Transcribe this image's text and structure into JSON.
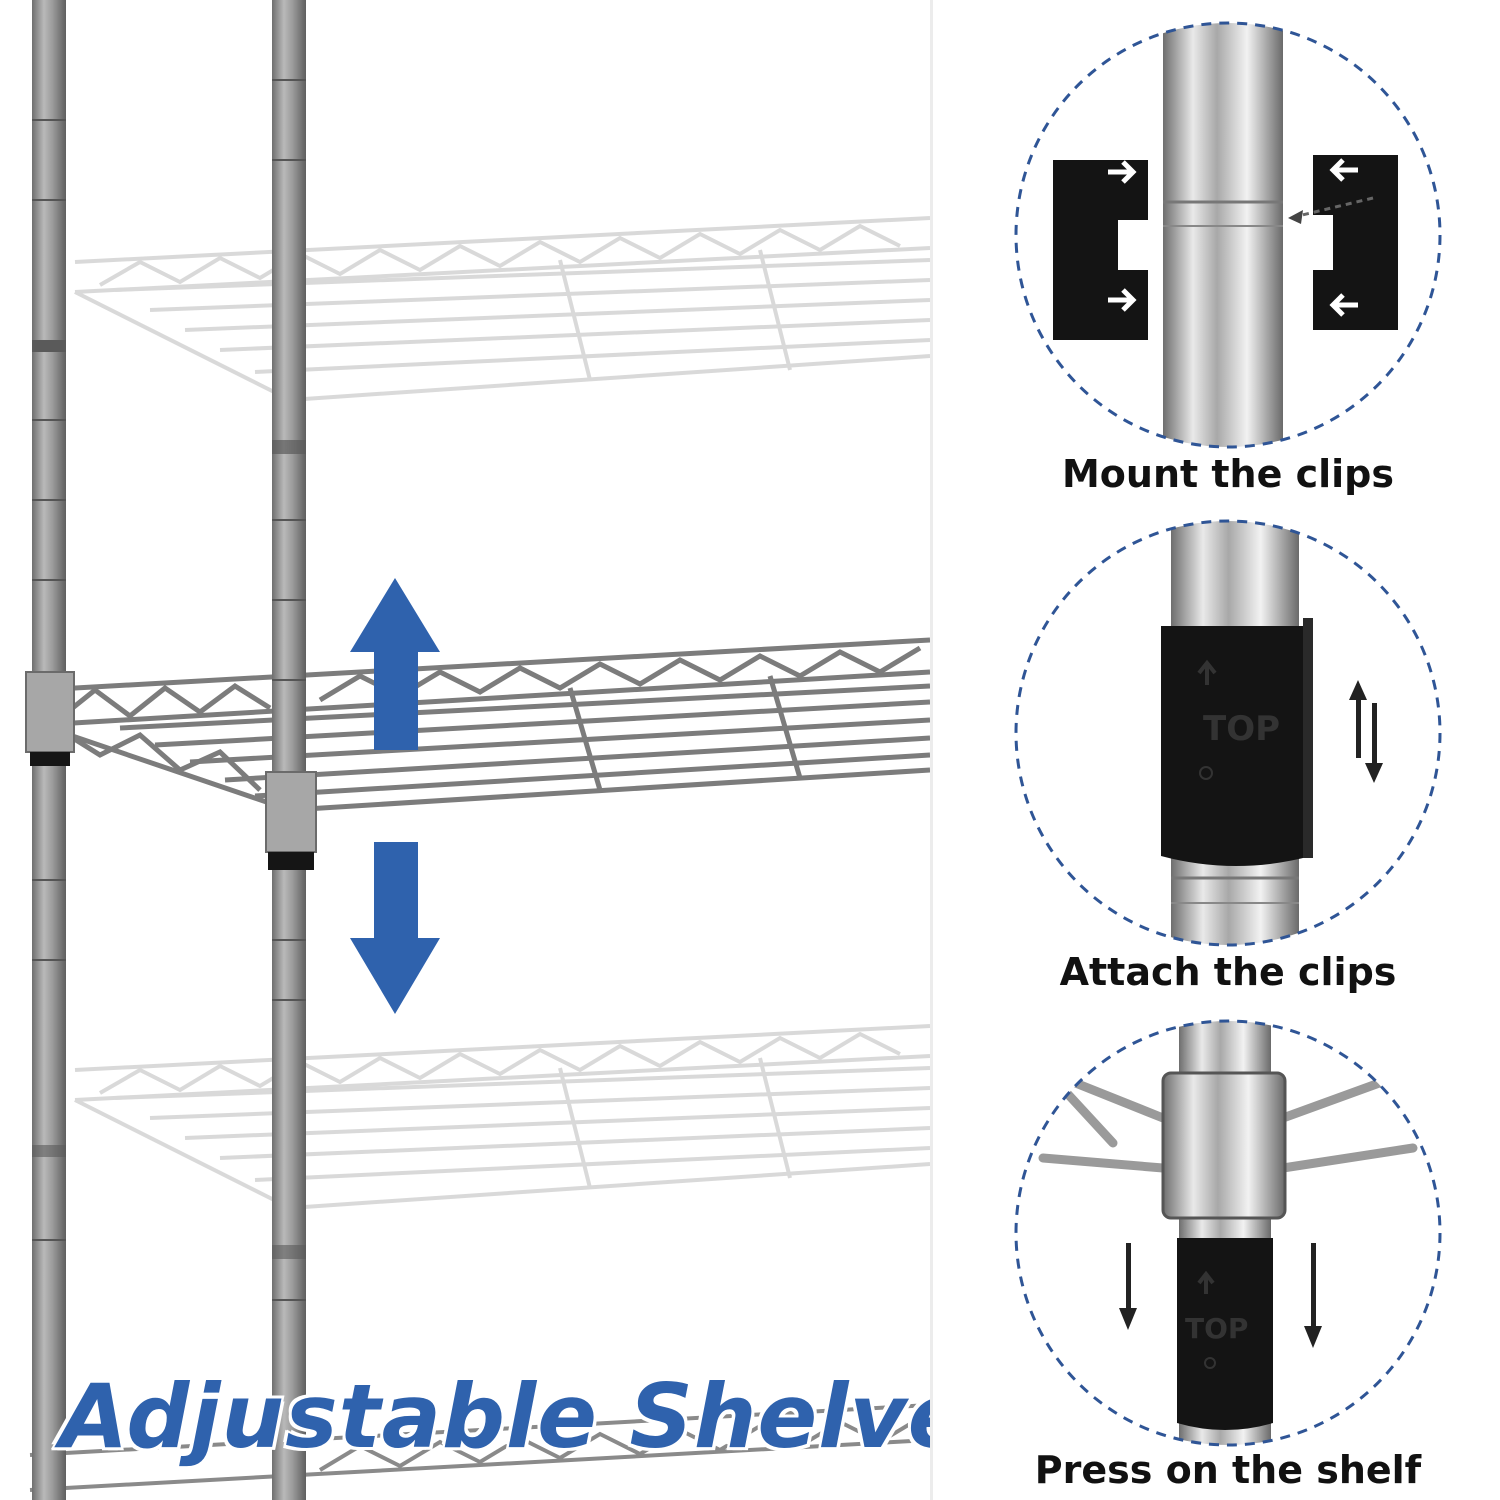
{
  "headline": {
    "text": "Adjustable Shelves"
  },
  "steps": [
    {
      "label": "Mount the clips",
      "icon": "clip-mount-icon"
    },
    {
      "label": "Attach the clips",
      "icon": "clip-attach-icon"
    },
    {
      "label": "Press on the shelf",
      "icon": "shelf-press-icon"
    }
  ],
  "clip_text": "TOP",
  "colors": {
    "accent_blue": "#2f62ad",
    "dashed_circle": "#2f5596",
    "pole_gray": "#8d8d8d",
    "clip_black": "#141414",
    "text_dark": "#111111"
  }
}
